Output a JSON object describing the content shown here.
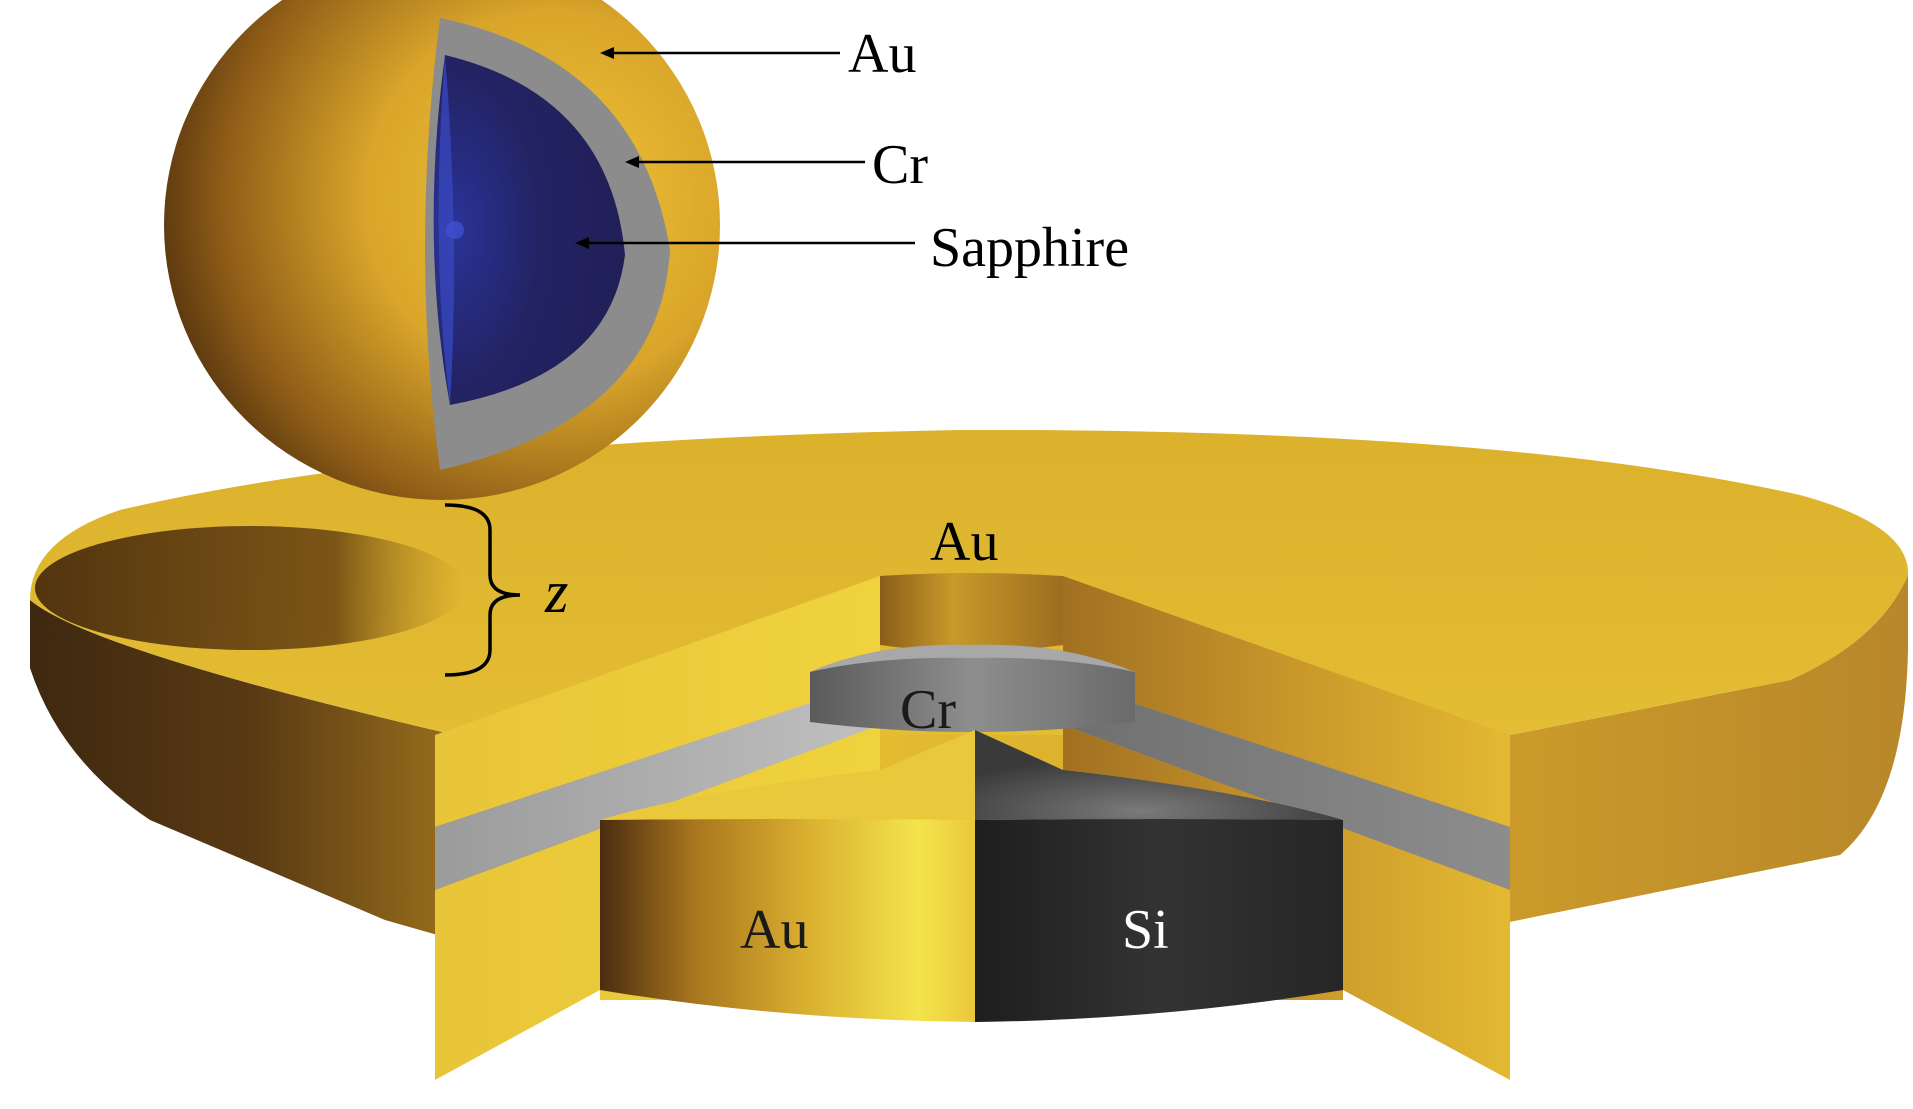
{
  "labels": {
    "sphere_au": "Au",
    "sphere_cr": "Cr",
    "sphere_sapphire": "Sapphire",
    "gap": "z",
    "disk_top_au": "Au",
    "disk_cr": "Cr",
    "disk_bottom_au": "Au",
    "disk_si": "Si"
  },
  "colors": {
    "gold": "#e0b52c",
    "gold_light": "#f2dc4a",
    "gold_dark": "#4a2e10",
    "chromium": "#8a8a8a",
    "chromium_light": "#b5b5b5",
    "sapphire": "#22205e",
    "sapphire_light": "#3a46c8",
    "silicon": "#2c2c2c"
  }
}
